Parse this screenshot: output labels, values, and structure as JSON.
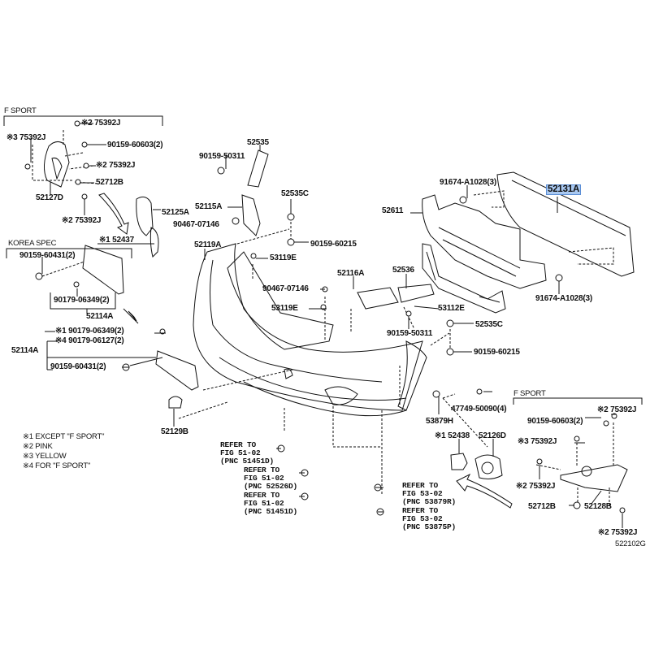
{
  "diagram_id": "522102G",
  "highlight_color": "#a9c8f0",
  "groups": {
    "f_sport_left": "F SPORT",
    "korea_spec": "KOREA SPEC",
    "f_sport_right": "F SPORT"
  },
  "notes": [
    "※1 EXCEPT \"F SPORT\"",
    "※2 PINK",
    "※3 YELLOW",
    "※4 FOR \"F SPORT\""
  ],
  "labels": [
    "※2 75392J",
    "※3 75392J",
    "90159-60603(2)",
    "※2 75392J",
    "52712B",
    "52127D",
    "※2 75392J",
    "52125A",
    "90467-07146",
    "※1 52437",
    "90159-60431(2)",
    "90179-06349(2)",
    "52114A",
    "※1 90179-06349(2)",
    "※4 90179-06127(2)",
    "52114A",
    "90159-60431(2)",
    "52535",
    "90159-50311",
    "52115A",
    "52535C",
    "52119A",
    "90159-60215",
    "53119E",
    "52116A",
    "90467-07146",
    "53119E",
    "91674-A1028(3)",
    "52131A",
    "52611",
    "52536",
    "53112E",
    "91674-A1028(3)",
    "90159-50311",
    "52535C",
    "90159-60215",
    "52129B",
    "47749-50090(4)",
    "53879H",
    "※2 75392J",
    "90159-60603(2)",
    "※1 52438",
    "52126D",
    "※3 75392J",
    "※2 75392J",
    "52712B",
    "52128B",
    "※2 75392J"
  ],
  "references": [
    "REFER TO\nFIG 51-02\n(PNC 51451D)",
    "REFER TO\nFIG 51-02\n(PNC 52526D)",
    "REFER TO\nFIG 51-02\n(PNC 51451D)",
    "REFER TO\nFIG 53-02\n(PNC 53879R)",
    "REFER TO\nFIG 53-02\n(PNC 53875P)"
  ],
  "selected_part": "52131A"
}
